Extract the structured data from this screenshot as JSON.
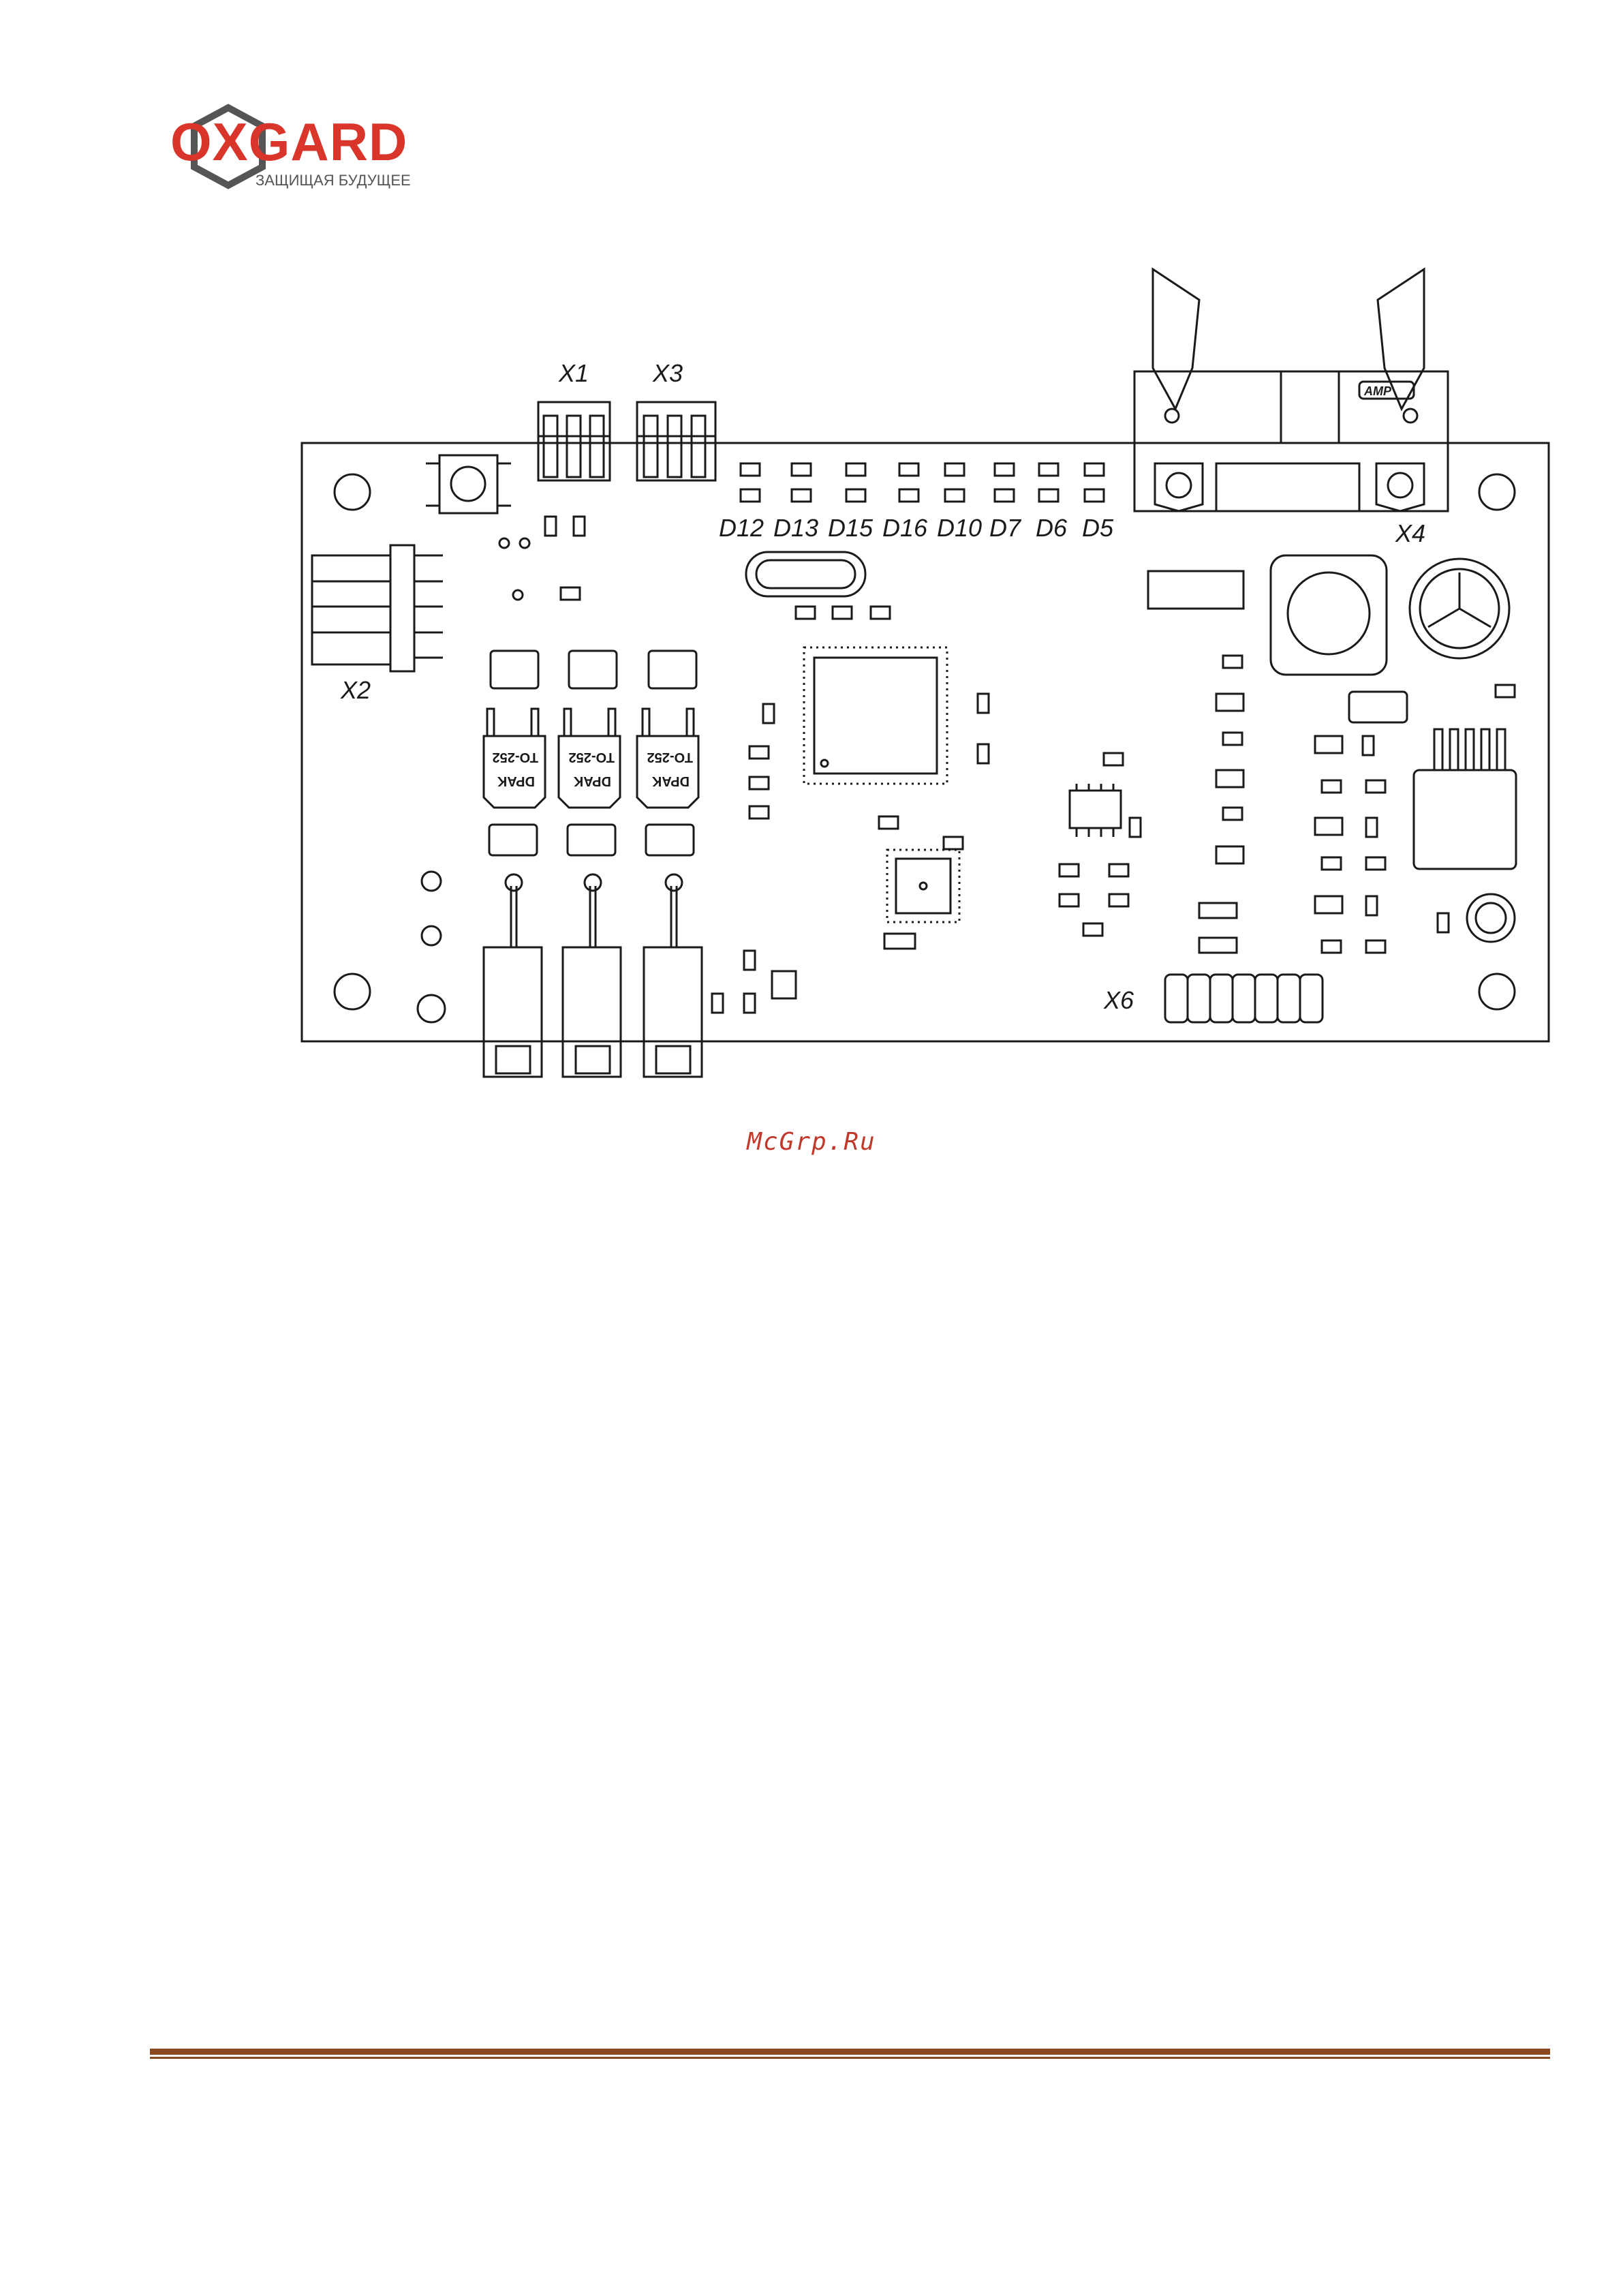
{
  "logo": {
    "brand": "OXGARD",
    "tagline": "ЗАЩИЩАЯ БУДУЩЕЕ",
    "brand_color": "#d9352b",
    "shield_color": "#555555"
  },
  "board": {
    "connectors": {
      "x1": "X1",
      "x3": "X3",
      "x2": "X2",
      "x4": "X4",
      "x6": "X6",
      "amp": "AMP"
    },
    "leds": [
      "D12",
      "D13",
      "D15",
      "D16",
      "D10",
      "D7",
      "D6",
      "D5"
    ],
    "dpak_packages": [
      {
        "top": "TO-252",
        "bottom": "DPAK"
      },
      {
        "top": "TO-252",
        "bottom": "DPAK"
      },
      {
        "top": "TO-252",
        "bottom": "DPAK"
      }
    ]
  },
  "watermark": "McGrp.Ru",
  "colors": {
    "line": "#1a1a1a",
    "footer_rule": "#8a4a1f",
    "watermark": "#c0392b"
  }
}
